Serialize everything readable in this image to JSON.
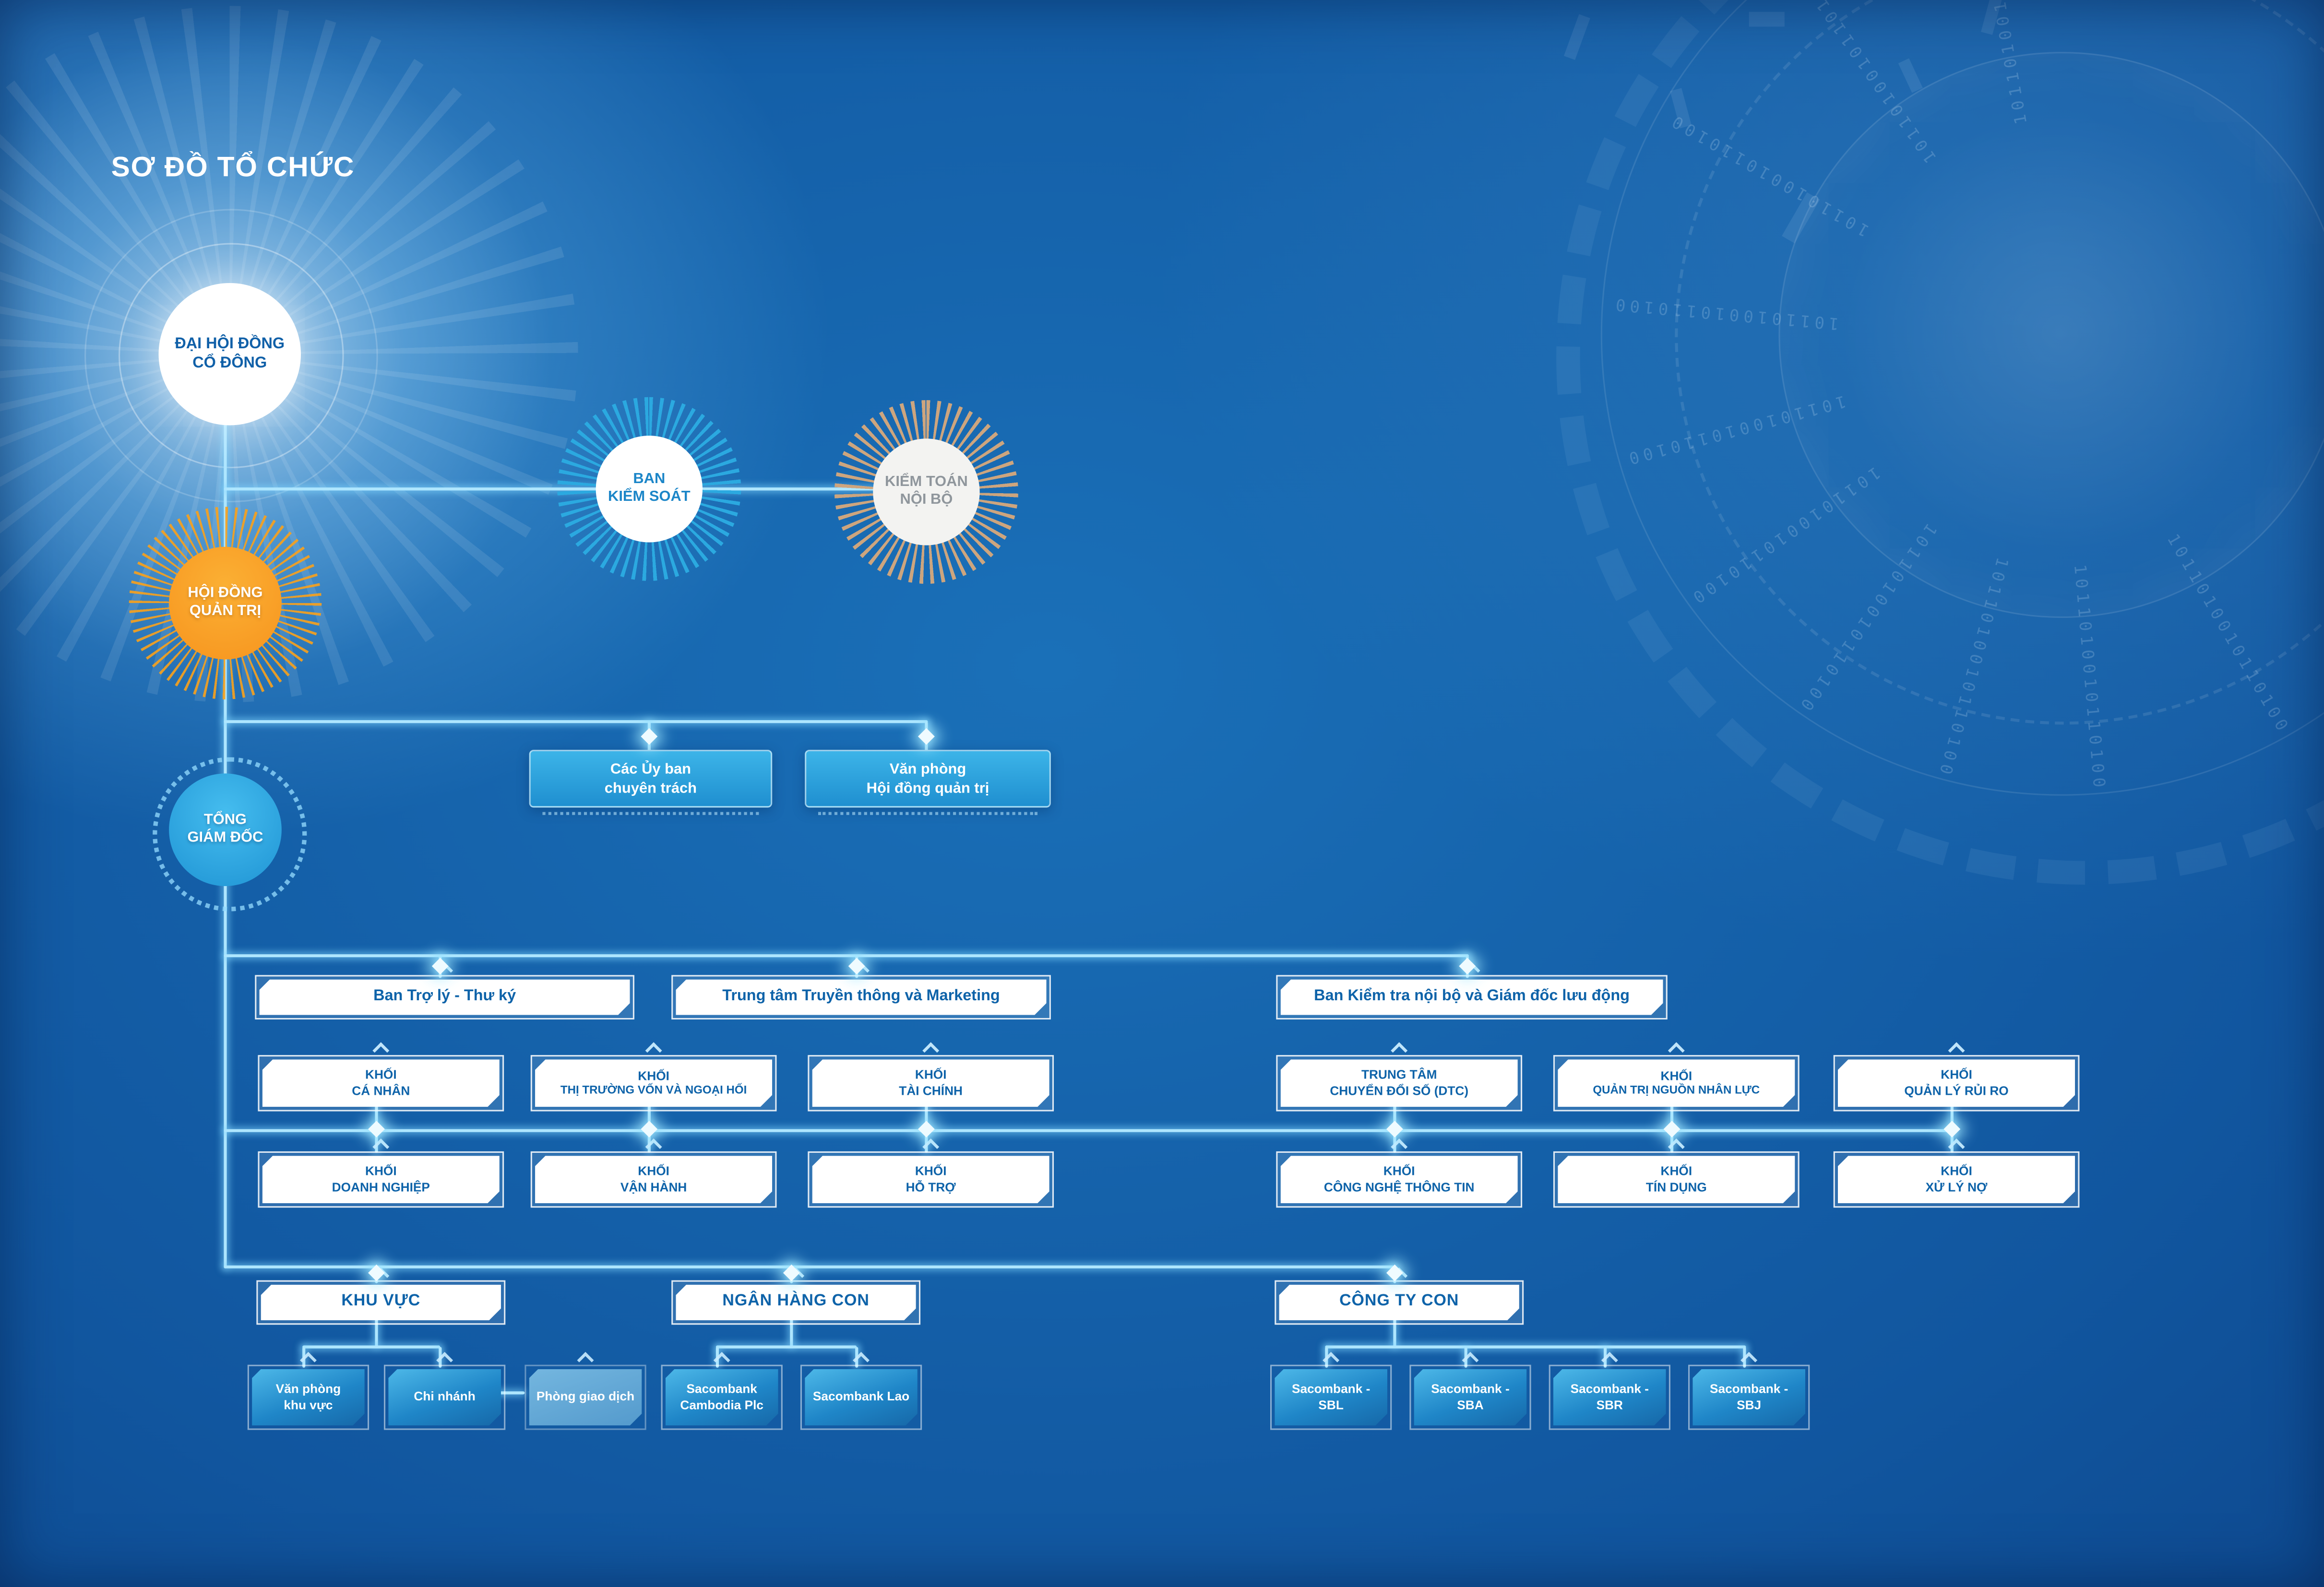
{
  "title": "SƠ ĐỒ TỔ CHỨC",
  "decor": {
    "binary": "1011010010110100"
  },
  "nodes": {
    "shareholders": {
      "line1": "ĐẠI HỘI ĐỒNG",
      "line2": "CỔ ĐÔNG"
    },
    "supervisory": {
      "line1": "BAN",
      "line2": "KIỂM SOÁT"
    },
    "audit": {
      "line1": "KIỂM TOÁN",
      "line2": "NỘI BỘ"
    },
    "board": {
      "line1": "HỘI ĐỒNG",
      "line2": "QUẢN TRỊ"
    },
    "ceo": {
      "line1": "TỔNG",
      "line2": "GIÁM ĐỐC"
    },
    "committees": {
      "line1": "Các Ủy ban",
      "line2": "chuyên trách"
    },
    "board_office": {
      "line1": "Văn phòng",
      "line2": "Hội đồng quản trị"
    },
    "assistant": "Ban Trợ lý - Thư ký",
    "media_center": "Trung tâm Truyền thông và Marketing",
    "inspection": "Ban Kiểm tra nội bộ và Giám đốc lưu động"
  },
  "divisions_top": [
    {
      "line1": "KHỐI",
      "line2": "CÁ NHÂN"
    },
    {
      "line1": "KHỐI",
      "line2": "THỊ TRƯỜNG VỐN VÀ NGOẠI HỐI"
    },
    {
      "line1": "KHỐI",
      "line2": "TÀI CHÍNH"
    },
    {
      "line1": "TRUNG TÂM",
      "line2": "CHUYỂN ĐỔI SỐ (DTC)"
    },
    {
      "line1": "KHỐI",
      "line2": "QUẢN TRỊ NGUỒN NHÂN LỰC"
    },
    {
      "line1": "KHỐI",
      "line2": "QUẢN LÝ RỦI RO"
    }
  ],
  "divisions_bottom": [
    {
      "line1": "KHỐI",
      "line2": "DOANH NGHIỆP"
    },
    {
      "line1": "KHỐI",
      "line2": "VẬN HÀNH"
    },
    {
      "line1": "KHỐI",
      "line2": "HỖ TRỢ"
    },
    {
      "line1": "KHỐI",
      "line2": "CÔNG NGHỆ THÔNG TIN"
    },
    {
      "line1": "KHỐI",
      "line2": "TÍN DỤNG"
    },
    {
      "line1": "KHỐI",
      "line2": "XỬ LÝ NỢ"
    }
  ],
  "groups": {
    "regions": {
      "header": "KHU VỰC",
      "children": [
        {
          "line1": "Văn phòng",
          "line2": "khu vực"
        },
        {
          "line1": "Chi nhánh",
          "line2": ""
        },
        {
          "line1": "Phòng giao dịch",
          "line2": ""
        }
      ]
    },
    "subsidiary_banks": {
      "header": "NGÂN HÀNG CON",
      "children": [
        {
          "line1": "Sacombank",
          "line2": "Cambodia Plc"
        },
        {
          "line1": "Sacombank Lao",
          "line2": ""
        }
      ]
    },
    "subsidiaries": {
      "header": "CÔNG TY CON",
      "children": [
        {
          "line1": "Sacombank -",
          "line2": "SBL"
        },
        {
          "line1": "Sacombank -",
          "line2": "SBA"
        },
        {
          "line1": "Sacombank -",
          "line2": "SBR"
        },
        {
          "line1": "Sacombank -",
          "line2": "SBJ"
        }
      ]
    }
  },
  "colors": {
    "accent_line": "#aee6ff",
    "board_orange": "#f9a11b",
    "ceo_blue": "#2ba9e0",
    "box_text_blue": "#0e63a9",
    "audit_tan": "#cda57e"
  }
}
